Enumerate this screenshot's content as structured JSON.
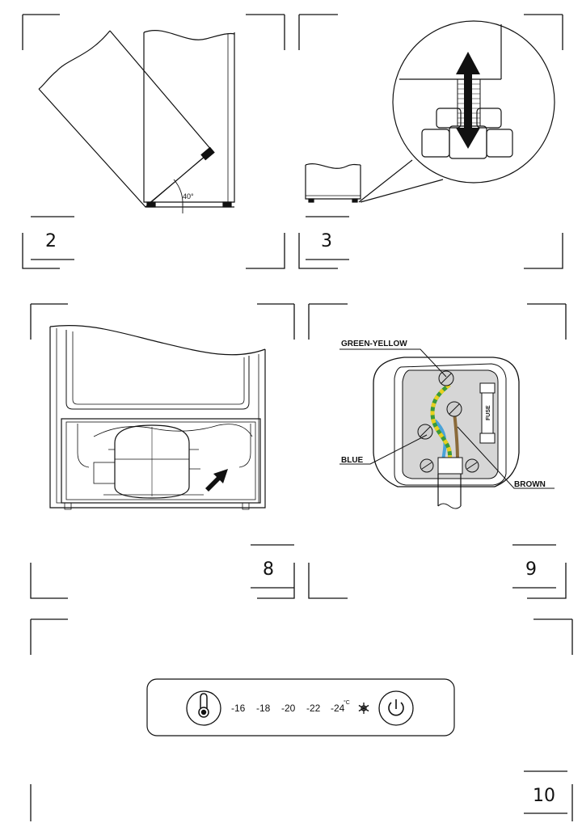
{
  "figures": [
    {
      "number": "2",
      "angle_label": "40°"
    },
    {
      "number": "3"
    },
    {
      "number": "8"
    },
    {
      "number": "9",
      "wires": {
        "green_yellow": "GREEN-YELLOW",
        "blue": "BLUE",
        "brown": "BROWN"
      },
      "fuse_label": "FUSE"
    },
    {
      "number": "10",
      "control_panel": {
        "temperatures": [
          "-16",
          "-18",
          "-20",
          "-22",
          "-24"
        ],
        "superscript": "°C"
      }
    }
  ],
  "icons": [
    "thermometer-icon",
    "snowflake-icon",
    "power-icon",
    "arrow-icon"
  ],
  "colors": {
    "line": "#111111",
    "blue_wire": "#4aa3d8",
    "brown_wire": "#8a6a3a",
    "green_wire": "#3a9a3a",
    "yellow_wire": "#e8d020"
  }
}
